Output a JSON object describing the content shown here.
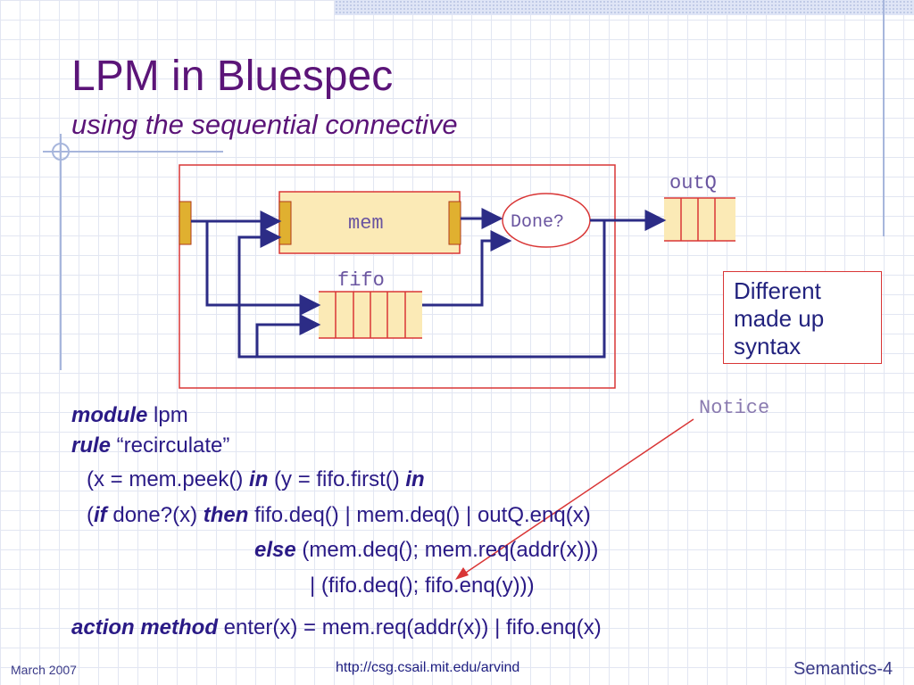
{
  "slide": {
    "title": "LPM in Bluespec",
    "subtitle": "using the sequential connective"
  },
  "diagram": {
    "mem_label": "mem",
    "fifo_label": "fifo",
    "done_label": "Done?",
    "outq_label": "outQ"
  },
  "note": {
    "line1": "Different",
    "line2": "made up",
    "line3": "syntax",
    "notice": "Notice"
  },
  "code": {
    "l1_kw": "module",
    "l1_text": " lpm",
    "l2_kw": "rule",
    "l2_text": " “recirculate”",
    "l3_a": "(x = mem.peek() ",
    "l3_kw1": "in",
    "l3_b": " (y = fifo.first() ",
    "l3_kw2": "in",
    "l4_a": "(",
    "l4_kw1": "if",
    "l4_b": " done?(x) ",
    "l4_kw2": "then",
    "l4_c": " fifo.deq() | mem.deq() | outQ.enq(x)",
    "l5_kw": "else",
    "l5_text": "  (mem.deq(); mem.req(addr(x)))",
    "l6_text": "| (fifo.deq(); fifo.enq(y)))",
    "l7_kw": "action method",
    "l7_text": "  enter(x) = mem.req(addr(x)) | fifo.enq(x)"
  },
  "footer": {
    "date": "March 2007",
    "url": "http://csg.csail.mit.edu/arvind",
    "page": "Semantics-4"
  },
  "colors": {
    "title": "#5b1478",
    "code": "#2a1a86",
    "arrow": "#2c2c86",
    "box_border": "#d93636",
    "port_fill": "#e0b030",
    "mem_fill": "#fbeab6"
  }
}
